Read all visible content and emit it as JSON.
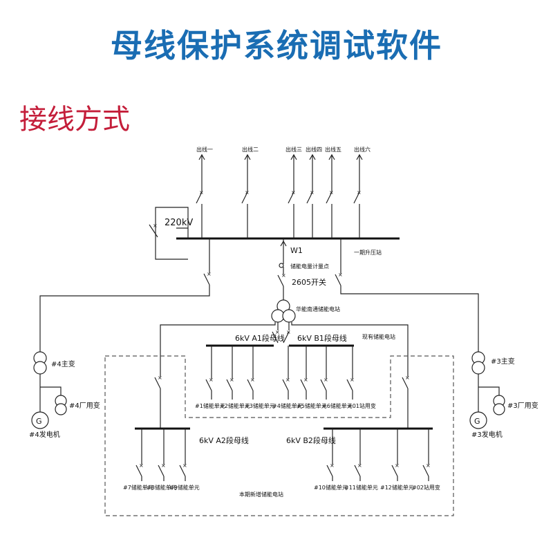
{
  "page": {
    "title": "母线保护系统调试软件",
    "section": "接线方式",
    "title_color": "#1a6db3",
    "section_color": "#c41e3a"
  },
  "diagram": {
    "outgoing": [
      "出线一",
      "出线二",
      "出线三",
      "出线四",
      "出线五",
      "出线六"
    ],
    "bus_220kv": "220kV",
    "w1": "W1",
    "storage_metering_point": "储能电量计量点",
    "tie_line_label": "一期升压站",
    "switch_2605": "2605开关",
    "storage_station_upper": "华能南通储能电站",
    "bus_a1": "6kV A1段母线",
    "bus_b1": "6kV B1段母线",
    "existing_storage_station": "现有储能电站",
    "bus_a2": "6kV A2段母线",
    "bus_b2": "6kV B2段母线",
    "new_storage_station": "本期新增储能电站",
    "main_transformer_4": "#4主变",
    "main_transformer_3": "#3主变",
    "aux_transformer_4": "#4厂用变",
    "aux_transformer_3": "#3厂用变",
    "generator_4": "#4发电机",
    "generator_3": "#3发电机",
    "feeders_a1": [
      "#1储能单元",
      "#2储能单元",
      "#3储能单元"
    ],
    "feeders_b1": [
      "#4储能单元",
      "#5储能单元",
      "#6储能单元",
      "#01站用变"
    ],
    "feeders_a2": [
      "#7储能单元",
      "#8储能单元",
      "#9储能单元"
    ],
    "feeders_b2": [
      "#10储能单元",
      "#11储能单元",
      "#12储能单元",
      "#02站用变"
    ]
  }
}
